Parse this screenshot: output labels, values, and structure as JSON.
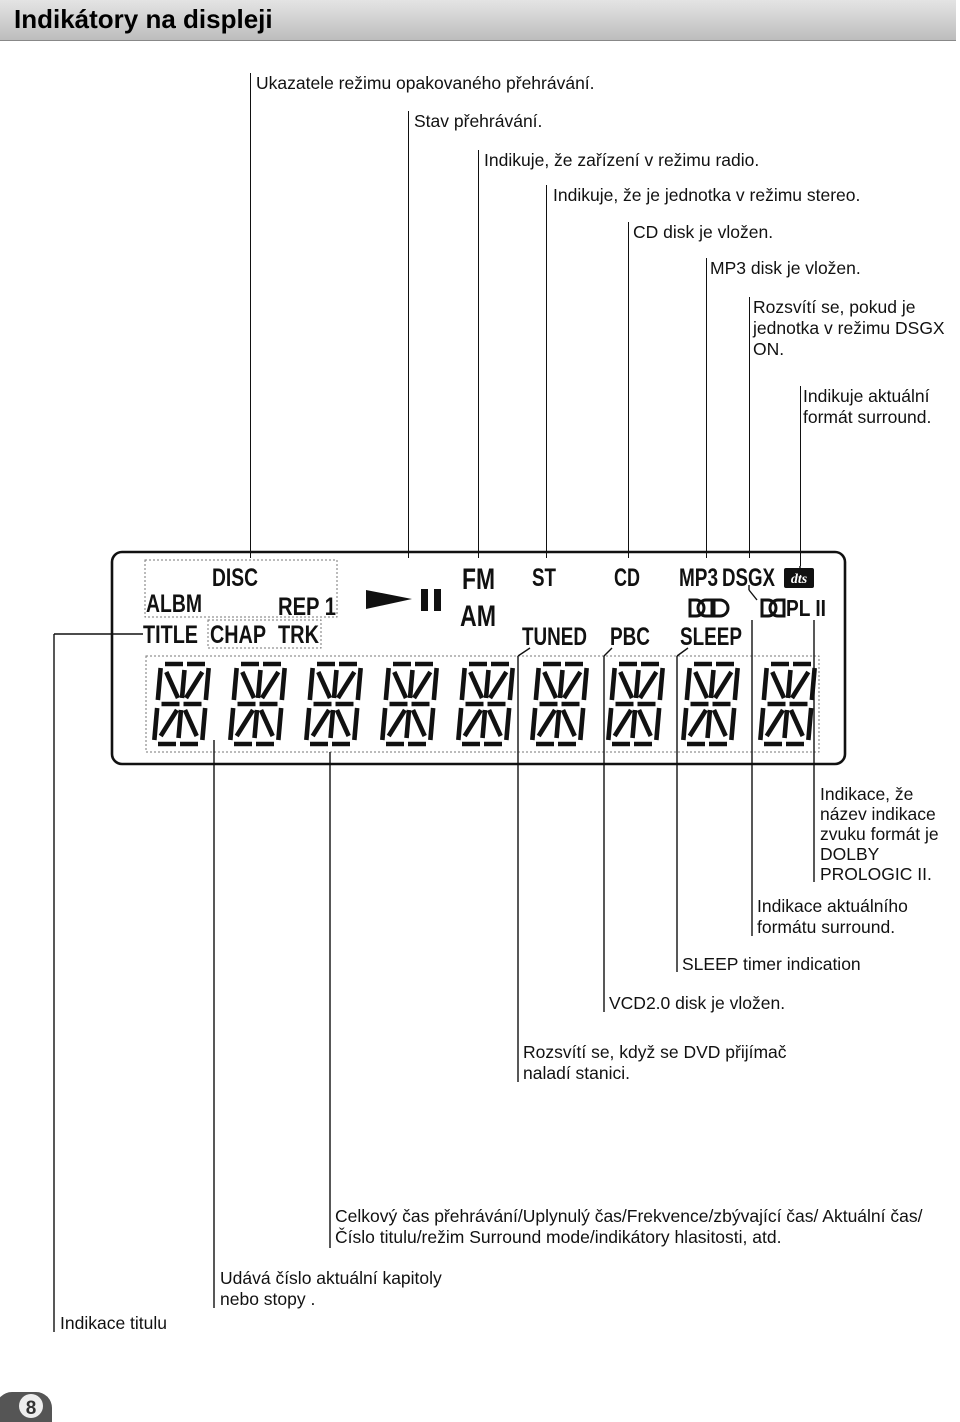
{
  "header": {
    "title": "Indikátory na displeji"
  },
  "top_labels": {
    "repeat": "Ukazatele režimu opakovaného přehrávání.",
    "play_state": "Stav přehrávání.",
    "radio": "Indikuje, že zařízení v režimu radio.",
    "stereo": "Indikuje, že je jednotka v režimu stereo.",
    "cd": "CD disk je vložen.",
    "mp3": "MP3 disk je vložen.",
    "dsgx": "Rozsvítí se, pokud je jednotka v režimu DSGX ON.",
    "surround_top": "Indikuje aktuální formát surround."
  },
  "bottom_labels": {
    "dolby_pl2": "Indikace, že název indikace zvuku formát je DOLBY PROLOGIC II.",
    "surround_bottom": "Indikace aktuálního formátu surround.",
    "sleep": "SLEEP timer indication",
    "vcd": "VCD2.0 disk je vložen.",
    "tuned": "Rozsvítí se, když se DVD přijímač naladí stanici.",
    "total_time": "Celkový čas přehrávání/Uplynulý čas/Frekvence/zbývající čas/ Aktuální čas/ Číslo titulu/režim Surround mode/indikátory hlasitosti, atd.",
    "chapter": "Udává číslo aktuální kapitoly nebo stopy .",
    "title": "Indikace titulu"
  },
  "display": {
    "disc": "DISC",
    "albm": "ALBM",
    "rep1": "REP 1",
    "title": "TITLE",
    "chap": "CHAP",
    "trk": "TRK",
    "fm": "FM",
    "am": "AM",
    "st": "ST",
    "cd": "CD",
    "tuned": "TUNED",
    "pbc": "PBC",
    "mp3": "MP3",
    "dsgx": "DSGX",
    "dts": "dts",
    "sleep": "SLEEP",
    "dd": "D",
    "dd_pl": "PL II"
  },
  "page": {
    "number": "8"
  },
  "colors": {
    "ink": "#111111",
    "header_bg": "#c9c9c9",
    "dashed": "#777777"
  }
}
